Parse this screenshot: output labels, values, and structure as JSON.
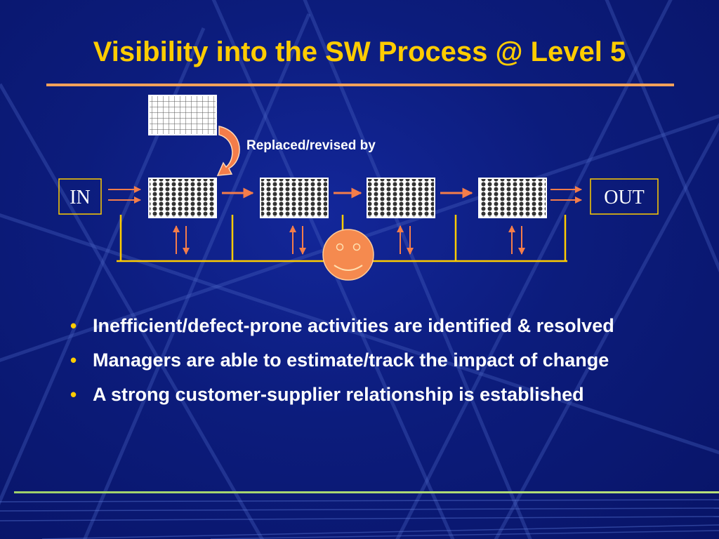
{
  "slide": {
    "title": "Visibility into the SW Process @ Level 5",
    "background_color": "#0c1c7c",
    "accent_color": "#ffcc00",
    "rule_color": "#f2a15a"
  },
  "diagram": {
    "input_label": "IN",
    "output_label": "OUT",
    "revision_label": "Replaced/revised by",
    "process_stage_count": 4,
    "observer": "smiley-face-icon"
  },
  "bullets": [
    {
      "text": "Inefficient/defect-prone activities are identified & resolved"
    },
    {
      "text": "Managers are able to estimate/track the impact of change"
    },
    {
      "text": "A strong customer-supplier relationship is established"
    }
  ]
}
